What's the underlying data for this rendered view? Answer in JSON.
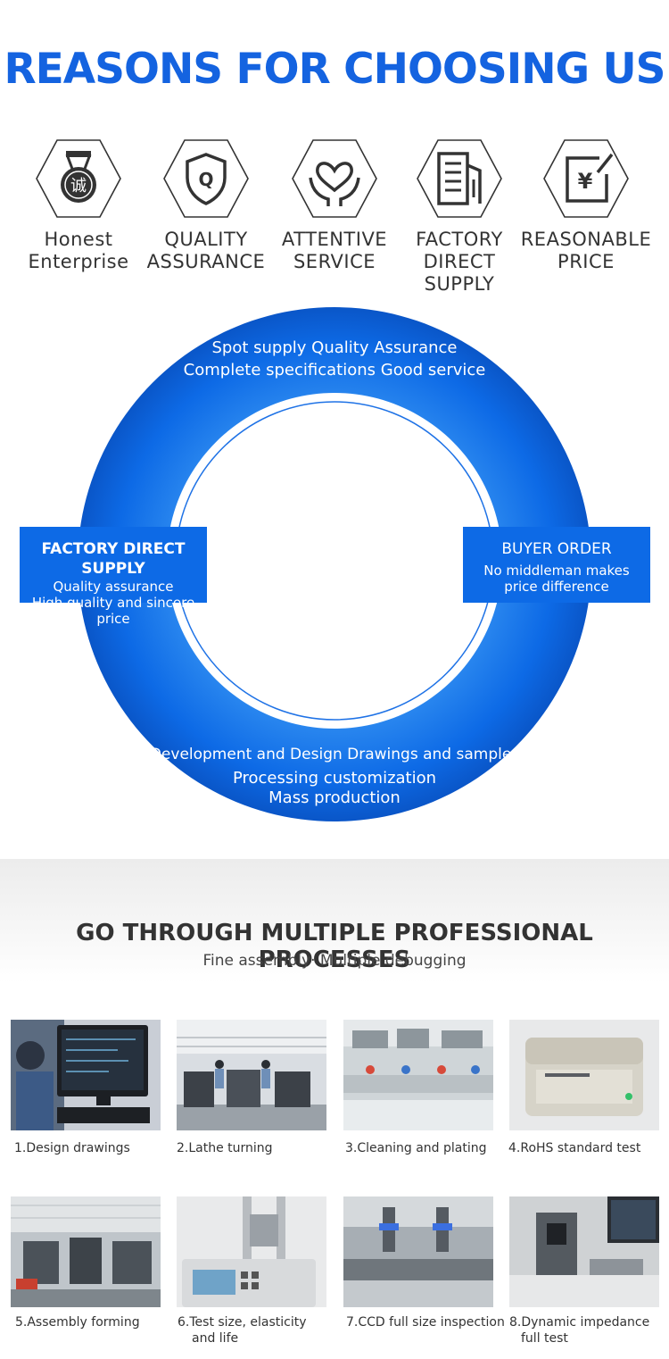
{
  "header": {
    "title": "REASONS FOR CHOOSING US"
  },
  "reasons": [
    {
      "icon": "medal-icon",
      "line1": "Honest",
      "line2": "Enterprise",
      "medal_char": "诚"
    },
    {
      "icon": "shield-q-icon",
      "line1": "QUALITY",
      "line2": "ASSURANCE",
      "shield_char": "Q"
    },
    {
      "icon": "heart-hands-icon",
      "line1": "ATTENTIVE",
      "line2": "SERVICE"
    },
    {
      "icon": "building-icon",
      "line1": "FACTORY",
      "line2": "DIRECT SUPPLY"
    },
    {
      "icon": "yen-price-icon",
      "line1": "REASONABLE",
      "line2": "PRICE",
      "yen_char": "¥"
    }
  ],
  "cycle": {
    "top_line1": "Spot supply  Quality Assurance",
    "top_line2": "Complete specifications  Good service",
    "left": {
      "title": "FACTORY DIRECT SUPPLY",
      "line1": "Quality assurance",
      "line2": "High quality and sincere price"
    },
    "right": {
      "title": "BUYER ORDER",
      "line1": "No middleman makes",
      "line2": "price difference"
    },
    "bottom_line1": "Development and Design Drawings and samples",
    "bottom_line2": "Processing customization",
    "bottom_line3": "Mass production",
    "colors": {
      "ring": "#0d6ae6",
      "ring_dark": "#0a56c8",
      "ring_light": "#2e8bf0"
    }
  },
  "process": {
    "title": "GO THROUGH MULTIPLE PROFESSIONAL PROCESSES",
    "subtitle": "Fine assembly· Multiple debugging",
    "steps": [
      {
        "line1": "1.Design drawings",
        "line2": ""
      },
      {
        "line1": "2.Lathe turning",
        "line2": ""
      },
      {
        "line1": "3.Cleaning and plating",
        "line2": ""
      },
      {
        "line1": "4.RoHS standard test",
        "line2": ""
      },
      {
        "line1": "5.Assembly forming",
        "line2": ""
      },
      {
        "line1": "6.Test size, elasticity",
        "line2": "and life"
      },
      {
        "line1": "7.CCD full size inspection",
        "line2": ""
      },
      {
        "line1": "8.Dynamic impedance",
        "line2": "full test"
      }
    ]
  },
  "brand": {
    "accent": "#1463e0"
  }
}
